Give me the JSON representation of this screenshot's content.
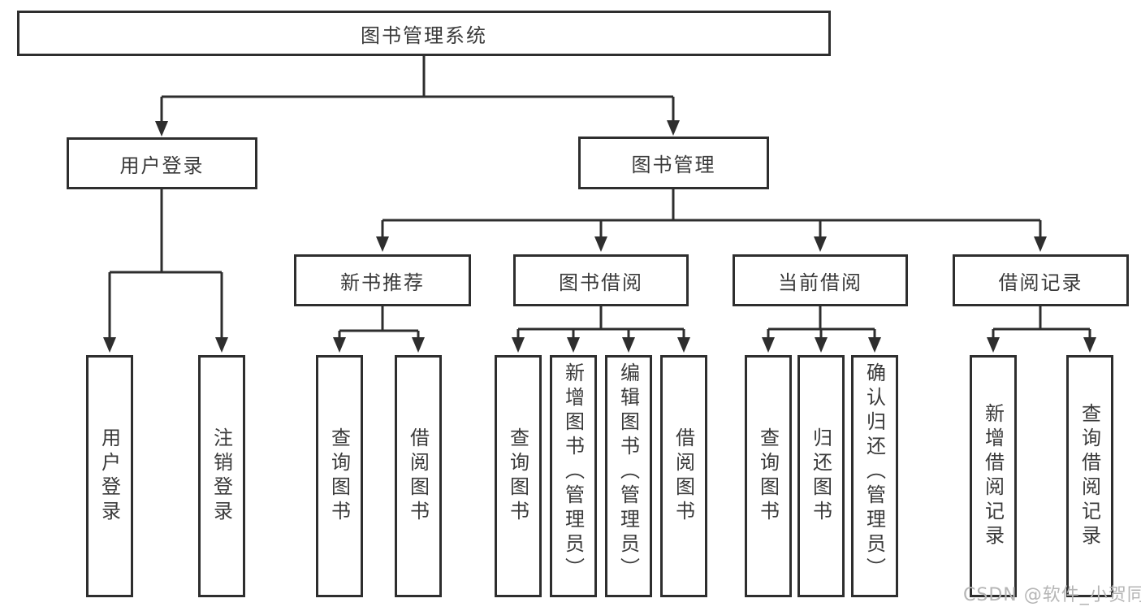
{
  "root": {
    "label": "图书管理系统"
  },
  "branches": [
    {
      "label": "用户登录"
    },
    {
      "label": "图书管理"
    }
  ],
  "modules": [
    {
      "label": "新书推荐"
    },
    {
      "label": "图书借阅"
    },
    {
      "label": "当前借阅"
    },
    {
      "label": "借阅记录"
    }
  ],
  "leaves": [
    {
      "label": "用户登录"
    },
    {
      "label": "注销登录"
    },
    {
      "label": "查询图书"
    },
    {
      "label": "借阅图书"
    },
    {
      "label": "查询图书"
    },
    {
      "label": "新增图书（管理员）"
    },
    {
      "label": "编辑图书（管理员）"
    },
    {
      "label": "借阅图书"
    },
    {
      "label": "查询图书"
    },
    {
      "label": "归还图书"
    },
    {
      "label": "确认归还（管理员）"
    },
    {
      "label": "新增借阅记录"
    },
    {
      "label": "查询借阅记录"
    }
  ],
  "watermark": "CSDN @软件_小贺同学",
  "colors": {
    "line": "#2e2e2e",
    "text": "#3a3a3a",
    "watermark": "#b5b5b5",
    "background": "#ffffff"
  }
}
